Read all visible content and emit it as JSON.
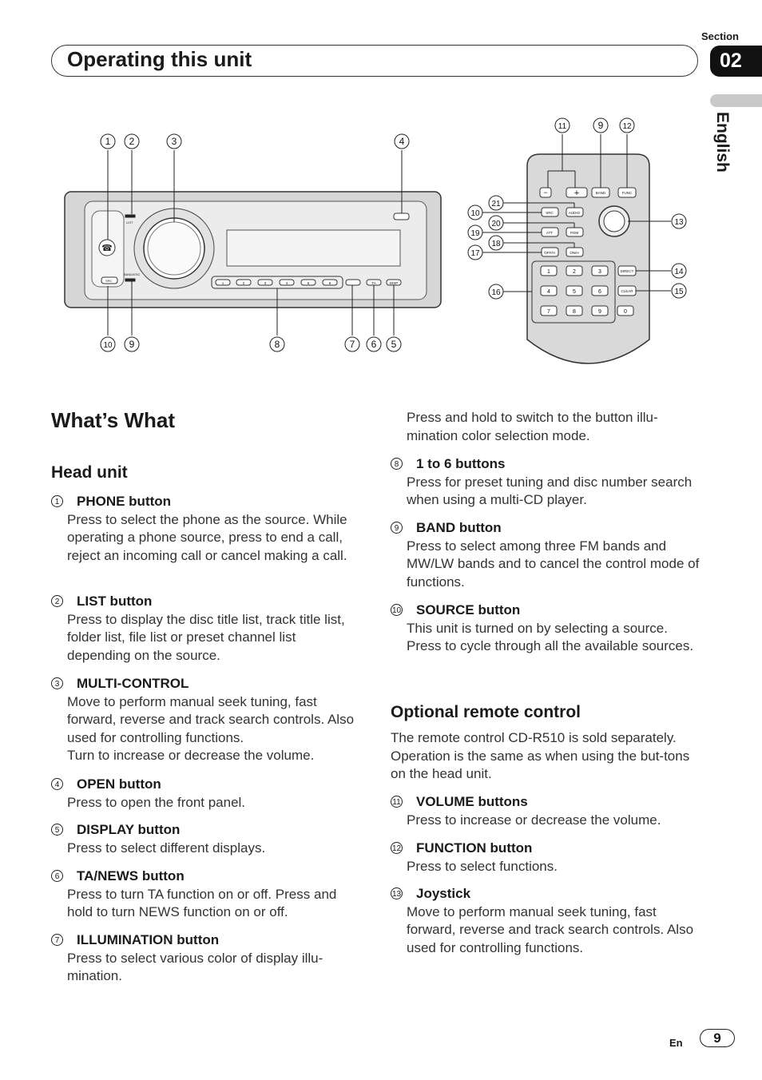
{
  "header": {
    "section_label": "Section",
    "section_number": "02",
    "title": "Operating this unit",
    "language": "English"
  },
  "diagram": {
    "head_unit_callouts_top": [
      "1",
      "2",
      "3",
      "4"
    ],
    "head_unit_callouts_bottom": [
      "10",
      "9",
      "8",
      "7",
      "6",
      "5"
    ],
    "head_unit_labels": {
      "list": "LIST",
      "band": "BAND/ESC",
      "src": "SRC",
      "ta": "TA",
      "disp": "DISP"
    },
    "preset_buttons": [
      "1",
      "2",
      "3",
      "4",
      "5",
      "6"
    ],
    "remote_callouts": [
      "11",
      "9",
      "12",
      "21",
      "10",
      "20",
      "19",
      "18",
      "17",
      "16",
      "13",
      "14",
      "15"
    ],
    "remote_buttons": {
      "band": "BAND",
      "func": "FUNC",
      "src": "SRC",
      "audio": "AUDIO",
      "att": "ATT",
      "pgm": "PGM",
      "offh": "OFF/H",
      "onh": "ON/H",
      "direct": "DIRECT",
      "clear": "CLEAR",
      "keypad": [
        "1",
        "2",
        "3",
        "4",
        "5",
        "6",
        "7",
        "8",
        "9",
        "0"
      ]
    }
  },
  "whats_what": {
    "heading": "What’s What",
    "head_unit": {
      "heading": "Head unit",
      "items": [
        {
          "num": "1",
          "label": "PHONE button",
          "desc": "Press to select the phone as the source. While operating a phone source, press to end a call, reject an incoming call or cancel making a call."
        },
        {
          "num": "2",
          "label": "LIST button",
          "desc": "Press to display the disc title list, track title list, folder list, file list or preset channel list depending on the source."
        },
        {
          "num": "3",
          "label": "MULTI-CONTROL",
          "desc": "Move to perform manual seek tuning, fast forward, reverse and track search controls. Also used for controlling functions.",
          "desc2": "Turn to increase or decrease the volume."
        },
        {
          "num": "4",
          "label": "OPEN button",
          "desc": "Press to open the front panel."
        },
        {
          "num": "5",
          "label": "DISPLAY button",
          "desc": "Press to select different displays."
        },
        {
          "num": "6",
          "label": "TA/NEWS button",
          "desc": "Press to turn TA function on or off. Press and hold to turn NEWS function on or off."
        },
        {
          "num": "7",
          "label": "ILLUMINATION button",
          "desc": "Press to select various color of display illu-mination.",
          "desc_cont": "Press and hold to switch to the button illu-mination color selection mode."
        },
        {
          "num": "8",
          "label": "1 to 6 buttons",
          "desc": "Press for preset tuning and disc number search when using a multi-CD player."
        },
        {
          "num": "9",
          "label": "BAND button",
          "desc": "Press to select among three FM bands and MW/LW bands and to cancel the control mode of functions."
        },
        {
          "num": "10",
          "label": "SOURCE button",
          "desc": "This unit is turned on by selecting a source. Press to cycle through all the available sources."
        }
      ]
    },
    "remote": {
      "heading": "Optional remote control",
      "intro": "The remote control CD-R510 is sold separately. Operation is the same as when using the but-tons on the head unit.",
      "items": [
        {
          "num": "11",
          "label": "VOLUME buttons",
          "desc": "Press to increase or decrease the volume."
        },
        {
          "num": "12",
          "label": "FUNCTION button",
          "desc": "Press to select functions."
        },
        {
          "num": "13",
          "label": "Joystick",
          "desc": "Move to perform manual seek tuning, fast forward, reverse and track search controls. Also used for controlling functions."
        }
      ]
    }
  },
  "footer": {
    "lang": "En",
    "page": "9"
  }
}
